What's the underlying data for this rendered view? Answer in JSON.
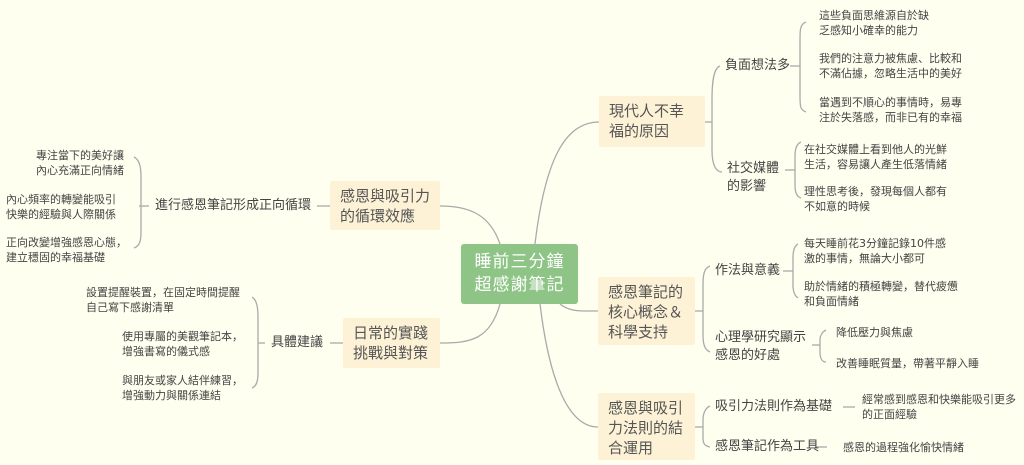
{
  "colors": {
    "background": "#fffff0",
    "root_fill": "#8fc487",
    "topic_fill": "#fdf2d6",
    "connector": "#aaaaaa"
  },
  "root": {
    "lines": [
      "睡前三分鐘",
      "超感謝筆記"
    ]
  },
  "topics": {
    "causes": {
      "lines": [
        "現代人不幸",
        "福的原因"
      ],
      "children": {
        "negative": {
          "label": "負面想法多",
          "leaves": [
            [
              "這些負面思維源自於缺",
              "乏感知小確幸的能力"
            ],
            [
              "我們的注意力被焦慮、比較和",
              "不滿佔據，忽略生活中的美好"
            ],
            [
              "當遇到不順心的事情時，易專",
              "注於失落感，而非已有的幸福"
            ]
          ]
        },
        "social": {
          "lines": [
            "社交媒體",
            "的影響"
          ],
          "leaves": [
            [
              "在社交媒體上看到他人的光鮮",
              "生活，容易讓人產生低落情緒"
            ],
            [
              "理性思考後，發現每個人都有",
              "不如意的時候"
            ]
          ]
        }
      }
    },
    "core": {
      "lines": [
        "感恩筆記的",
        "核心概念＆",
        "科學支持"
      ],
      "children": {
        "method": {
          "label": "作法與意義",
          "leaves": [
            [
              "每天睡前花3分鐘記錄10件感",
              "激的事情，無論大小都可"
            ],
            [
              "助於情緒的積極轉變，替代疲憊",
              "和負面情緒"
            ]
          ]
        },
        "research": {
          "lines": [
            "心理學研究顯示",
            "感恩的好處"
          ],
          "leaves": [
            [
              "降低壓力與焦慮"
            ],
            [
              "改善睡眠質量，帶著平靜入睡"
            ]
          ]
        }
      }
    },
    "attraction": {
      "lines": [
        "感恩與吸引",
        "力法則的結",
        "合運用"
      ],
      "children": {
        "basis": {
          "label": "吸引力法則作為基礎",
          "leaf": [
            "經常感到感恩和快樂能吸引更多",
            "的正面經驗"
          ]
        },
        "tool": {
          "label": "感恩筆記作為工具",
          "leaf": "感恩的過程強化愉快情緒"
        }
      }
    },
    "cycle": {
      "lines": [
        "感恩與吸引力",
        "的循環效應"
      ],
      "children": {
        "positive": {
          "label": "進行感恩筆記形成正向循環",
          "leaves": [
            [
              "專注當下的美好讓",
              "內心充滿正向情緒"
            ],
            [
              "內心頻率的轉變能吸引",
              "快樂的經驗與人際關係"
            ],
            [
              "正向改變增強感恩心態，",
              "建立穩固的幸福基礎"
            ]
          ]
        }
      }
    },
    "practice": {
      "lines": [
        "日常的實踐",
        "挑戰與對策"
      ],
      "children": {
        "advice": {
          "label": "具體建議",
          "leaves": [
            [
              "設置提醒裝置，在固定時間提醒",
              "自己寫下感謝清單"
            ],
            [
              "使用專屬的美觀筆記本，",
              "增強書寫的儀式感"
            ],
            [
              "與朋友或家人結伴練習，",
              "增強動力與關係連結"
            ]
          ]
        }
      }
    }
  }
}
